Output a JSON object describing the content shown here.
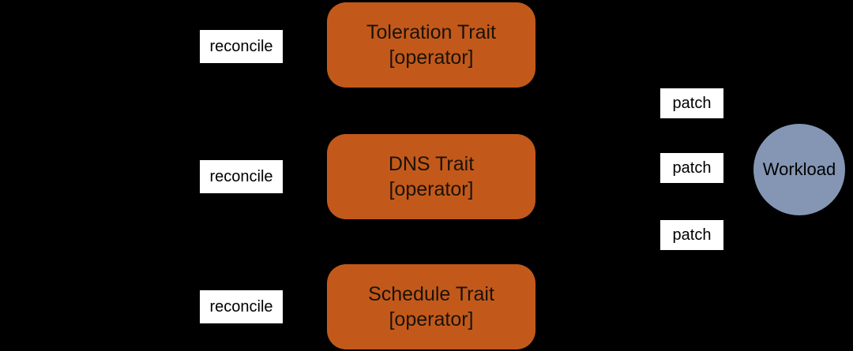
{
  "canvas": {
    "background_color": "#000000"
  },
  "colors": {
    "trait_box_fill": "#c2591b",
    "trait_box_text": "#1a1208",
    "edge_label_bg": "#ffffff",
    "edge_label_text": "#000000",
    "workload_fill": "#8496b4",
    "workload_text": "#000000"
  },
  "trait_boxes": [
    {
      "title": "Toleration Trait",
      "subtitle": "[operator]"
    },
    {
      "title": "DNS Trait",
      "subtitle": "[operator]"
    },
    {
      "title": "Schedule Trait",
      "subtitle": "[operator]"
    }
  ],
  "reconcile_labels": [
    "reconcile",
    "reconcile",
    "reconcile"
  ],
  "patch_labels": [
    "patch",
    "patch",
    "patch"
  ],
  "workload": {
    "label": "Workload"
  }
}
